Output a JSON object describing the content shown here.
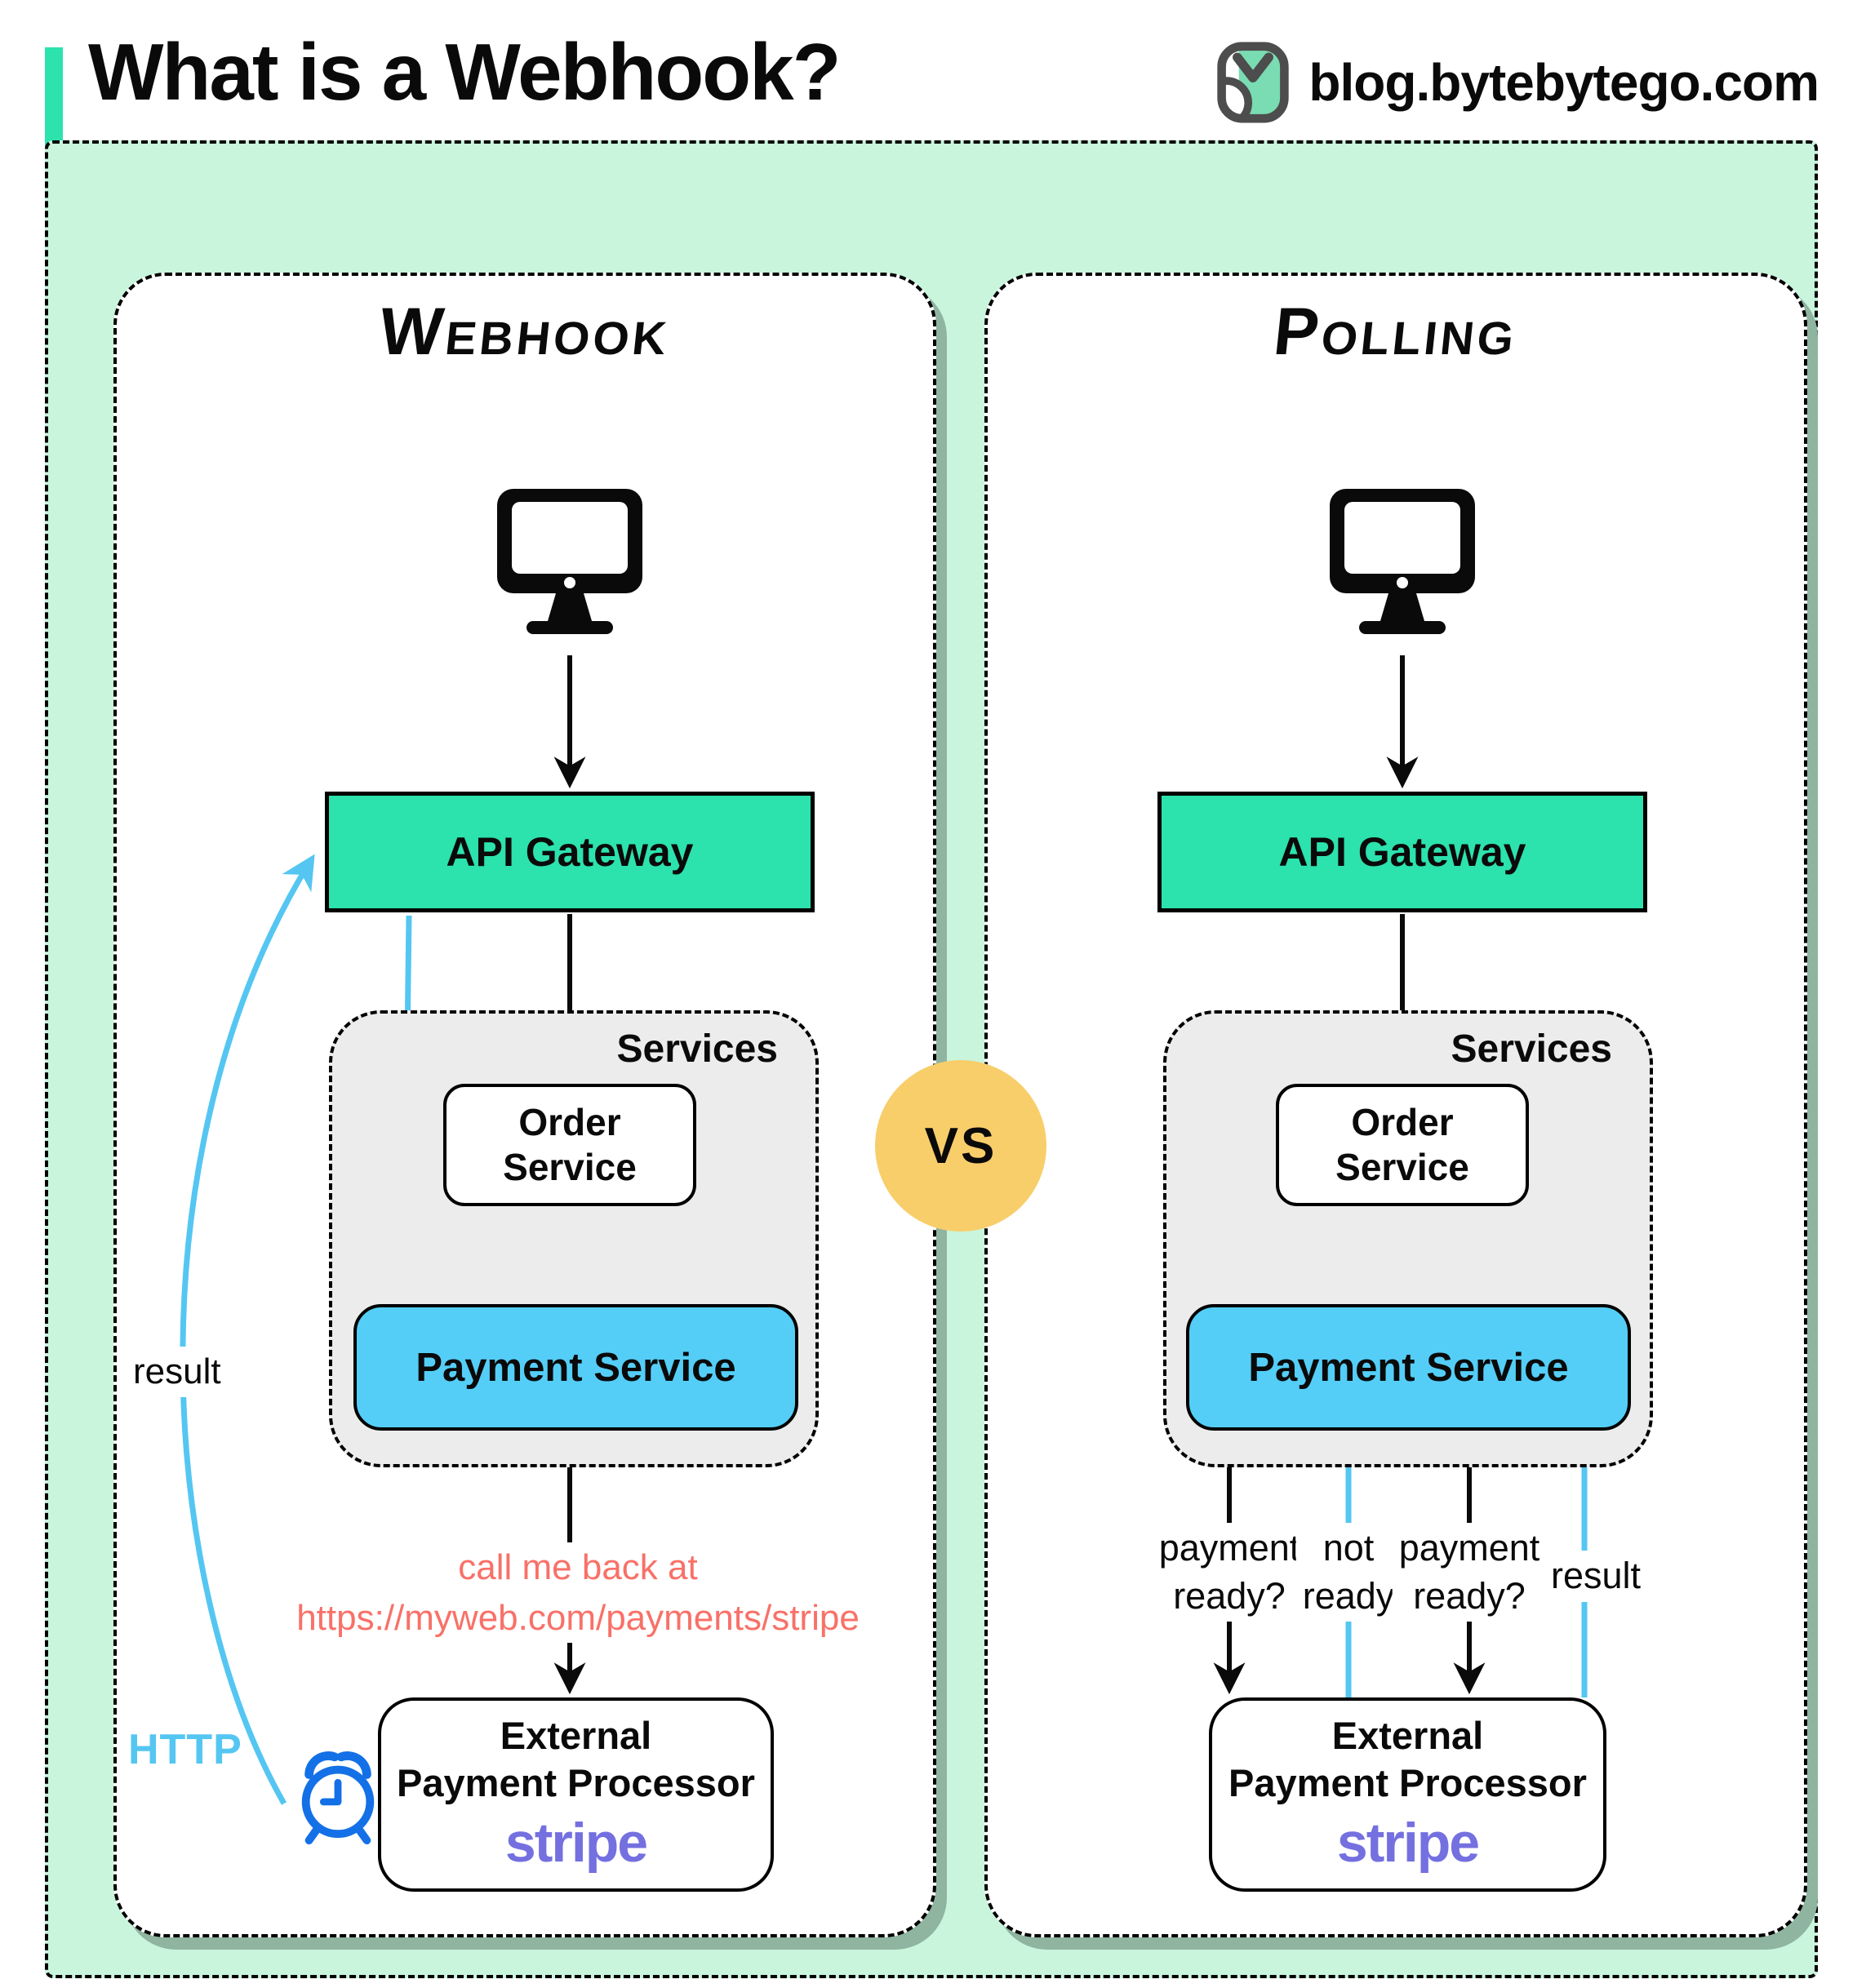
{
  "header": {
    "title": "What is a Webhook?",
    "logo_text": "blog.bytebytego.com"
  },
  "vs_badge": "VS",
  "shared": {
    "api_gateway": "API Gateway",
    "services": "Services",
    "order_line1": "Order",
    "order_line2": "Service",
    "payment_service": "Payment Service",
    "external_line1": "External",
    "external_line2": "Payment Processor",
    "stripe_logo": "stripe"
  },
  "webhook_panel": {
    "title": "Webhook",
    "callback_line1": "call me back at",
    "callback_line2": "https://myweb.com/payments/stripe",
    "result_label": "result",
    "http_label": "HTTP"
  },
  "polling_panel": {
    "title": "Polling",
    "q1_line1": "payment",
    "q1_line2": "ready?",
    "a1_line1": "not",
    "a1_line2": "ready",
    "q2_line1": "payment",
    "q2_line2": "ready?",
    "result_label": "result"
  },
  "colors": {
    "mint_bg": "#c9f5dc",
    "teal": "#2ce2ad",
    "sky_blue": "#55c6f2",
    "payment_blue": "#54cef7",
    "clock_blue": "#1470e6",
    "salmon": "#f87168",
    "stripe_purple": "#7470e0",
    "vs_yellow": "#f8ce6b",
    "services_gray": "#ececec",
    "panel_shadow": "#8fb4a0"
  }
}
